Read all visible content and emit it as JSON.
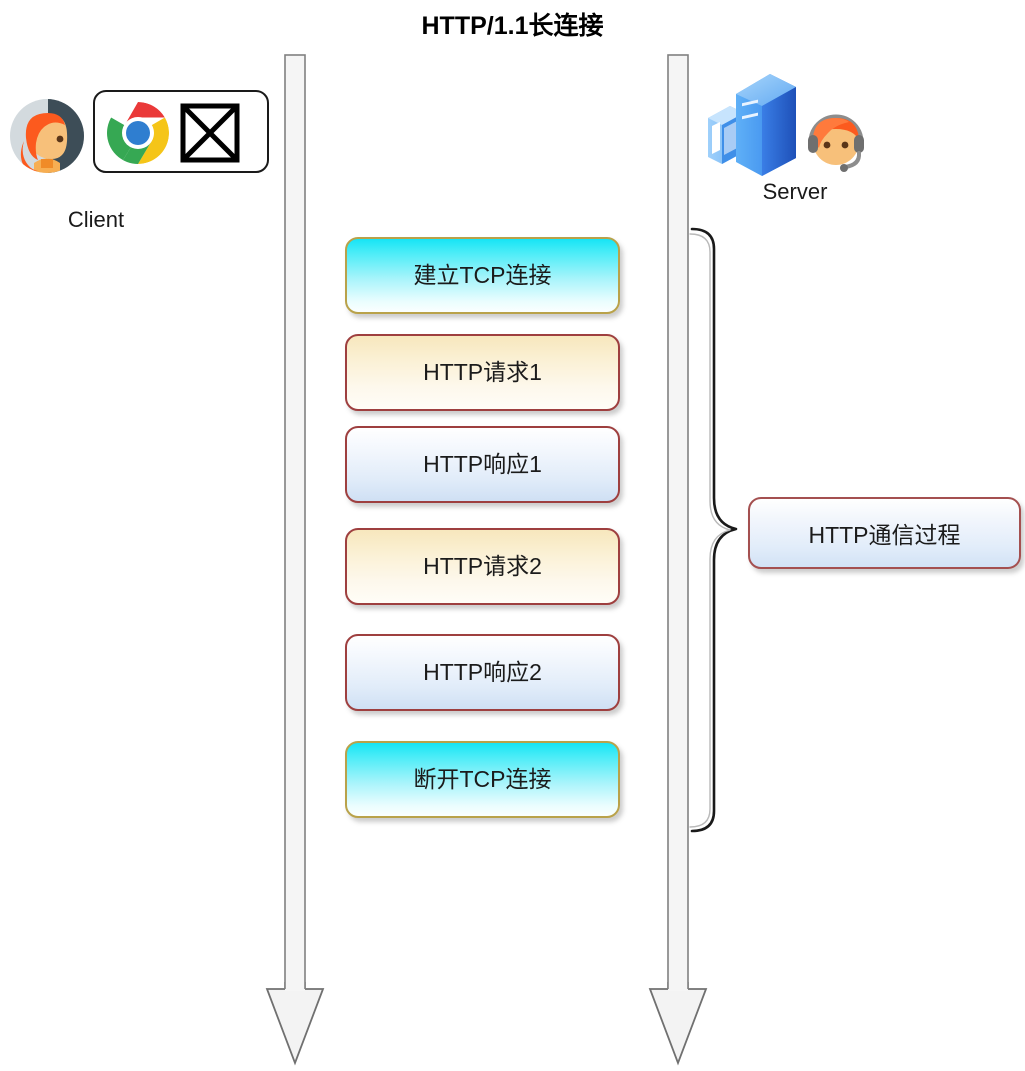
{
  "title": "HTTP/1.1长连接",
  "actors": {
    "client": {
      "label": "Client",
      "avatar_icon": "user-avatar-icon",
      "browser_icon": "chrome-browser-icon",
      "broken_image_icon": "broken-image-icon"
    },
    "server": {
      "label": "Server",
      "tower_icon": "server-tower-icon",
      "agent_icon": "support-agent-icon"
    }
  },
  "lifelines": [
    {
      "name": "client-lifeline",
      "icon": "down-arrow-icon"
    },
    {
      "name": "server-lifeline",
      "icon": "down-arrow-icon"
    }
  ],
  "messages": [
    {
      "label": "建立TCP连接",
      "kind": "tcp",
      "border_color": "#b9a24a",
      "fill_top": "#16e4f5",
      "fill_bottom": "#fbffff"
    },
    {
      "label": "HTTP请求1",
      "kind": "request",
      "border_color": "#9e3f3f",
      "fill_top": "#f7e7bd",
      "fill_bottom": "#fffdf7"
    },
    {
      "label": "HTTP响应1",
      "kind": "response",
      "border_color": "#9e3f3f",
      "fill_top": "#ffffff",
      "fill_bottom": "#cfe0f4"
    },
    {
      "label": "HTTP请求2",
      "kind": "request",
      "border_color": "#9e3f3f",
      "fill_top": "#f7e7bd",
      "fill_bottom": "#fffdf7"
    },
    {
      "label": "HTTP响应2",
      "kind": "response",
      "border_color": "#9e3f3f",
      "fill_top": "#ffffff",
      "fill_bottom": "#cfe0f4"
    },
    {
      "label": "断开TCP连接",
      "kind": "tcp",
      "border_color": "#b9a24a",
      "fill_top": "#16e4f5",
      "fill_bottom": "#fbffff"
    }
  ],
  "callout": {
    "label": "HTTP通信过程",
    "brace_icon": "curly-brace-icon",
    "border_color": "#a45050"
  },
  "colors": {
    "background": "#ffffff",
    "title_text": "#000000",
    "lifeline_fill": "#f5f5f5",
    "lifeline_stroke": "#808080",
    "brace_stroke": "#1a1a1a"
  }
}
